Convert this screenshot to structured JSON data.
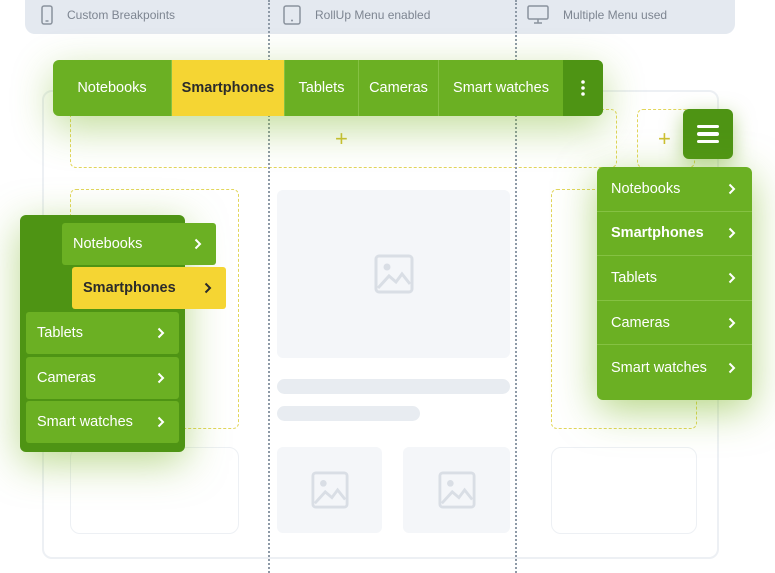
{
  "breakpoints": [
    {
      "label": "Custom Breakpoints",
      "icon": "mobile-icon"
    },
    {
      "label": "RollUp Menu enabled",
      "icon": "tablet-icon"
    },
    {
      "label": "Multiple Menu used",
      "icon": "desktop-icon"
    }
  ],
  "top_menu": {
    "items": [
      "Notebooks",
      "Smartphones",
      "Tablets",
      "Cameras",
      "Smart watches"
    ],
    "active": "Smartphones",
    "more_icon": "vertical-dots-icon"
  },
  "hamburger": {
    "icon": "hamburger-icon"
  },
  "right_menu": {
    "items": [
      "Notebooks",
      "Smartphones",
      "Tablets",
      "Cameras",
      "Smart watches"
    ],
    "active": "Smartphones"
  },
  "left_menu": {
    "items": [
      "Notebooks",
      "Smartphones",
      "Tablets",
      "Cameras",
      "Smart watches"
    ],
    "active": "Smartphones"
  },
  "add_icon": "+",
  "colors": {
    "brand_green": "#6bb023",
    "dark_green": "#4e9414",
    "active_yellow": "#f5d533"
  }
}
